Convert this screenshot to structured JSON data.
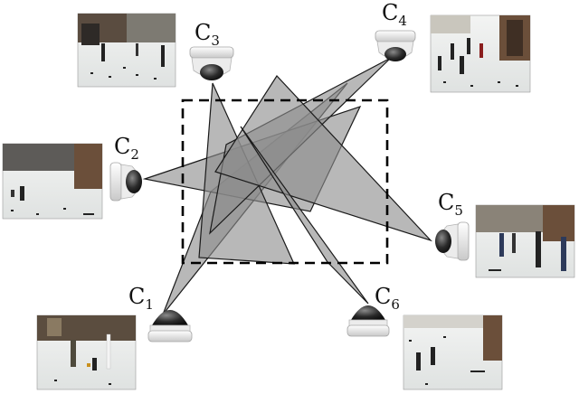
{
  "diagram": {
    "cameras": [
      {
        "id": "c1",
        "letter": "C",
        "index": "1"
      },
      {
        "id": "c2",
        "letter": "C",
        "index": "2"
      },
      {
        "id": "c3",
        "letter": "C",
        "index": "3"
      },
      {
        "id": "c4",
        "letter": "C",
        "index": "4"
      },
      {
        "id": "c5",
        "letter": "C",
        "index": "5"
      },
      {
        "id": "c6",
        "letter": "C",
        "index": "6"
      }
    ],
    "colors": {
      "fov_fill": "#8c8c8c",
      "fov_stroke": "#1a1a1a",
      "region_stroke": "#000000",
      "floor": "#e9ebea",
      "wall": "#6b4f3a"
    }
  }
}
